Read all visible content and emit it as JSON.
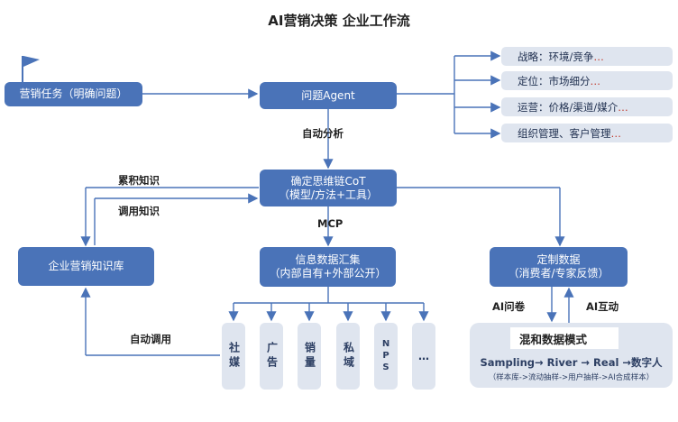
{
  "title": "AI营销决策 企业工作流",
  "nodes": {
    "task": "营销任务（明确问题）",
    "agent": "问题Agent",
    "cot_line1": "确定思维链CoT",
    "cot_line2": "（模型/方法+工具）",
    "kb": "企业营销知识库",
    "info_line1": "信息数据汇集",
    "info_line2": "（内部自有+外部公开）",
    "custom_line1": "定制数据",
    "custom_line2": "（消费者/专家反馈）"
  },
  "outputs": [
    {
      "text": "战略：环境/竞争",
      "ellipsis": "…"
    },
    {
      "text": "定位：市场细分",
      "ellipsis": "…"
    },
    {
      "text": "运营：价格/渠道/媒介",
      "ellipsis": "…"
    },
    {
      "text": "组织管理、客户管理",
      "ellipsis": "…"
    }
  ],
  "labels": {
    "auto_analysis": "自动分析",
    "accumulate": "累积知识",
    "invoke": "调用知识",
    "mcp": "MCP",
    "auto_invoke": "自动调用",
    "ai_survey": "AI问卷",
    "ai_interact": "AI互动"
  },
  "sources": [
    "社媒",
    "广告",
    "销量",
    "私域",
    "NPS",
    "…"
  ],
  "mix": {
    "title": "混和数据模式",
    "flow": "Sampling→ River → Real →数字人",
    "detail": "（样本库->流动抽样->用户抽样->AI合成样本）"
  },
  "colors": {
    "box": "#4a73b8",
    "light": "#dfe5ef",
    "arrow": "#4a73b8"
  }
}
